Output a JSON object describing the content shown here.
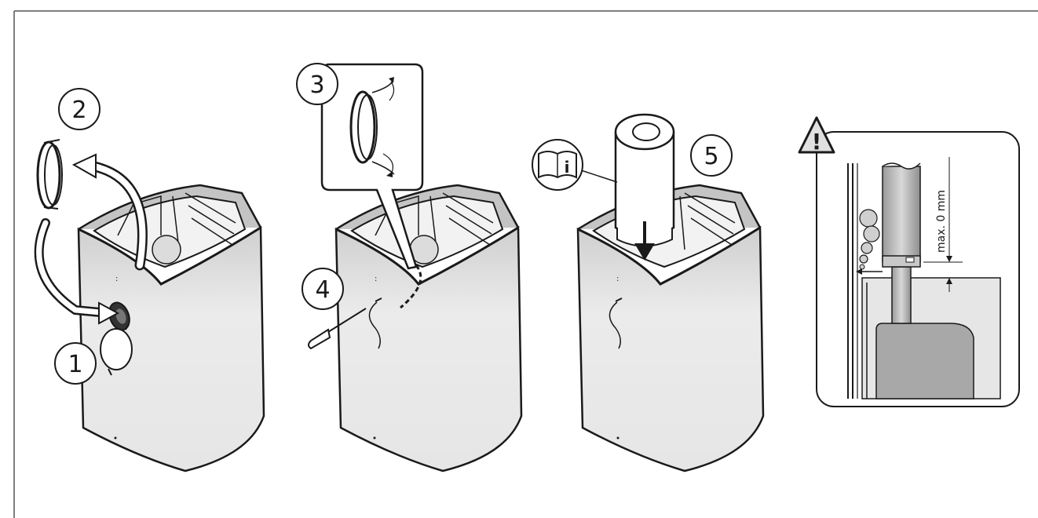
{
  "steps": [
    {
      "number": "1"
    },
    {
      "number": "2"
    },
    {
      "number": "3"
    },
    {
      "number": "4"
    },
    {
      "number": "5"
    }
  ],
  "manual_icon": {
    "glyph": "i",
    "meaning": "see instruction manual"
  },
  "warning": {
    "symbol": "!",
    "dimension_label": "max. 0 mm"
  },
  "colors": {
    "stroke": "#1a1a1a",
    "body_light": "#f4f4f4",
    "body_dark": "#bdbdbd",
    "panel_gray": "#a8a8a8"
  }
}
